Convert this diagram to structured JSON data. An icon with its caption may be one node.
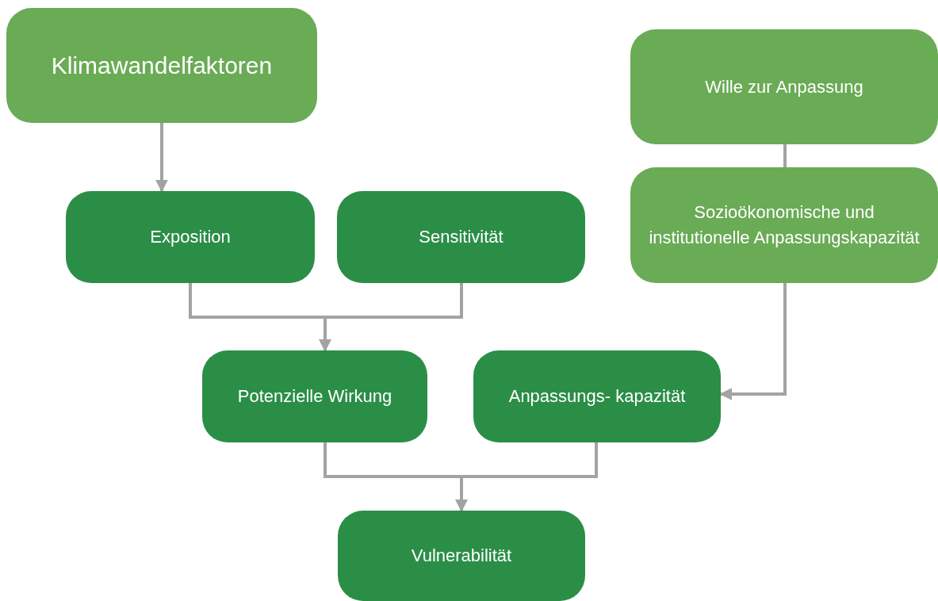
{
  "diagram": {
    "nodes": [
      {
        "text": [
          "Klimawandelfaktoren"
        ]
      },
      {
        "text": [
          "Exposition"
        ]
      },
      {
        "text": [
          "Sensitivität"
        ]
      },
      {
        "text": [
          "Wille zur Anpassung"
        ]
      },
      {
        "text": [
          "Sozioökonomische und institutionelle Anpassungskapazität"
        ]
      },
      {
        "text": [
          "Potenzielle Wirkung"
        ]
      },
      {
        "text": [
          "Anpassungs- kapazität"
        ]
      },
      {
        "text": [
          "Vulnerabilität"
        ]
      }
    ],
    "edges": [
      {
        "from": 0,
        "to": 1,
        "arrow": "to"
      },
      {
        "from": 1,
        "to": 5,
        "arrow": "to"
      },
      {
        "from": 2,
        "to": 5,
        "arrow": "to"
      },
      {
        "from": 3,
        "to": 4,
        "arrow": "none"
      },
      {
        "from": 4,
        "to": 6,
        "arrow": "to"
      },
      {
        "from": 5,
        "to": 7,
        "arrow": "to"
      },
      {
        "from": 6,
        "to": 7,
        "arrow": "to"
      }
    ]
  }
}
